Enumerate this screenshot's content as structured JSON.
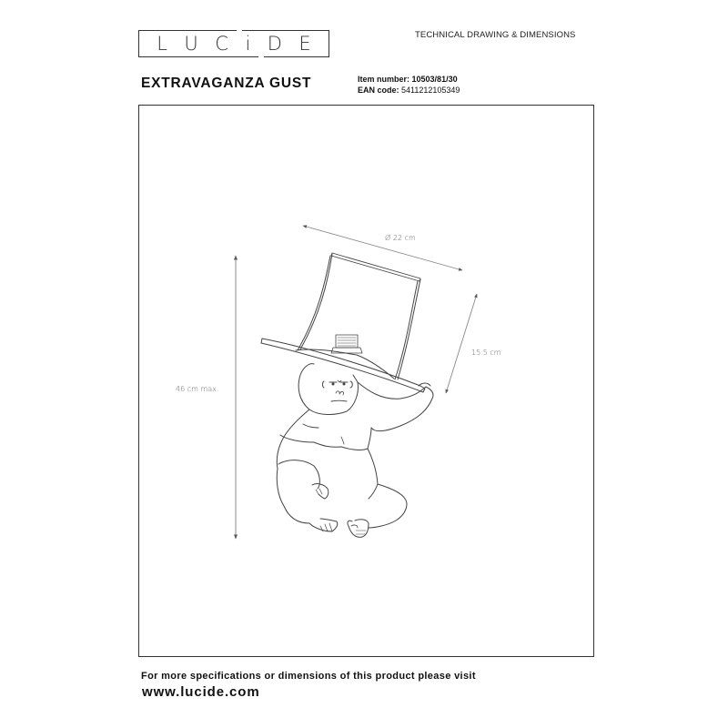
{
  "header": {
    "logo_letters": [
      "L",
      "U",
      "C",
      "i",
      "D",
      "E"
    ],
    "logo_text": "LUCIDE",
    "document_type": "TECHNICAL DRAWING & DIMENSIONS"
  },
  "product": {
    "name": "EXTRAVAGANZA GUST",
    "item_number_label": "Item number:",
    "item_number": "10503/81/30",
    "ean_label": "EAN code:",
    "ean": "5411212105349"
  },
  "drawing": {
    "subject": "gorilla-figure-table-lamp-with-top-hat-shade",
    "dimensions": {
      "diameter": "Ø 22 cm",
      "shade_height": "15.5 cm",
      "total_height": "46 cm max."
    },
    "line_color": "#444444",
    "dimension_color": "#777777"
  },
  "footer": {
    "note": "For more specifications or dimensions of this product please visit",
    "url": "www.lucide.com"
  }
}
